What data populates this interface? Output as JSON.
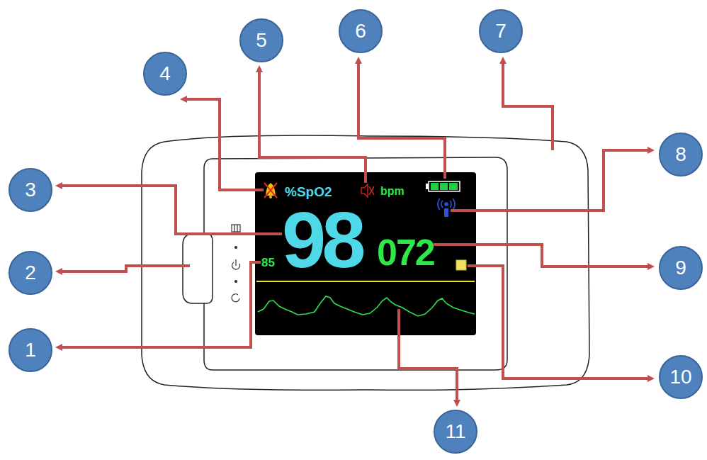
{
  "diagram": {
    "nodes": [
      {
        "text": [
          "1"
        ]
      },
      {
        "text": [
          "2"
        ]
      },
      {
        "text": [
          "3"
        ]
      },
      {
        "text": [
          "4"
        ]
      },
      {
        "text": [
          "5"
        ]
      },
      {
        "text": [
          "6"
        ]
      },
      {
        "text": [
          "7"
        ]
      },
      {
        "text": [
          "8"
        ]
      },
      {
        "text": [
          "9"
        ]
      },
      {
        "text": [
          "10"
        ]
      },
      {
        "text": [
          "11"
        ]
      }
    ],
    "labels": [
      "%SpO2",
      "bpm",
      "98",
      "072",
      "85"
    ]
  }
}
